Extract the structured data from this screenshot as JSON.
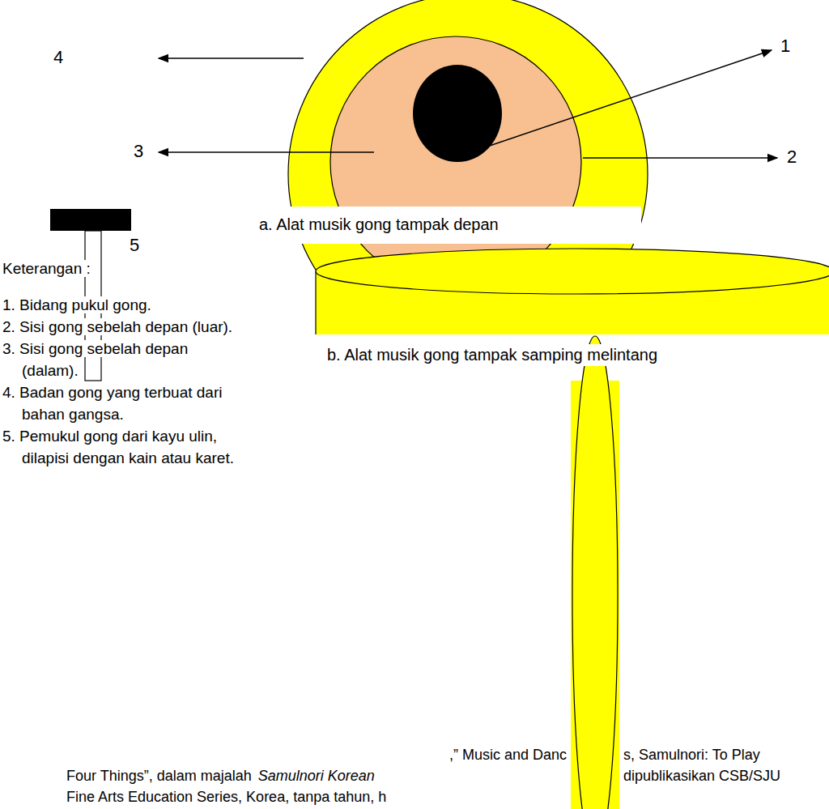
{
  "diagram": {
    "labels": [
      "4",
      "1",
      "3",
      "2",
      "a. Alat musik gong tampak depan",
      "5",
      "b. Alat musik gong tampak samping melintang",
      "Keterangan :",
      "1. Bidang pukul gong.",
      "2. Sisi gong sebelah depan (luar).",
      "3. Sisi gong sebelah depan (dalam).",
      "4. Badan gong yang terbuat dari bahan gangsa.",
      "5. Pemukul gong dari kayu ulin, dilapisi dengan kain atau karet.",
      ",” Music and Danc",
      "s, Samulnori: To Play",
      "Four Things”, dalam majalah",
      "Samulnori Korean",
      "dipublikasikan CSB/SJU",
      "Fine Arts Education Series, Korea, tanpa tahun, h"
    ]
  }
}
